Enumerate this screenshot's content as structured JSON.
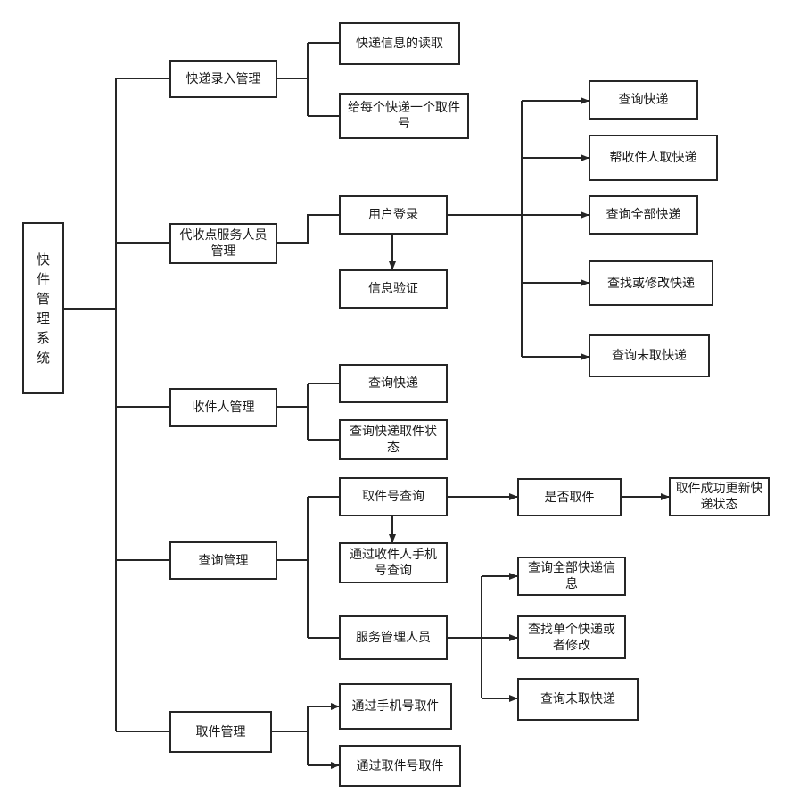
{
  "diagram": {
    "root": "快件管理系统",
    "nodes": {
      "n1": "快递录入管理",
      "n1a": "快递信息的读取",
      "n1b": "给每个快递一个取件号",
      "n2": "代收点服务人员管理",
      "n2a": "用户登录",
      "n2b": "信息验证",
      "n2c1": "查询快递",
      "n2c2": "帮收件人取快递",
      "n2c3": "查询全部快递",
      "n2c4": "查找或修改快递",
      "n2c5": "查询未取快递",
      "n3": "收件人管理",
      "n3a": "查询快递",
      "n3b": "查询快递取件状态",
      "n4": "查询管理",
      "n4a": "取件号查询",
      "n4b": "通过收件人手机号查询",
      "n4c": "服务管理人员",
      "n4d": "是否取件",
      "n4e": "取件成功更新快递状态",
      "n4f1": "查询全部快递信息",
      "n4f2": "查找单个快递或者修改",
      "n4f3": "查询未取快递",
      "n5": "取件管理",
      "n5a": "通过手机号取件",
      "n5b": "通过取件号取件"
    }
  }
}
